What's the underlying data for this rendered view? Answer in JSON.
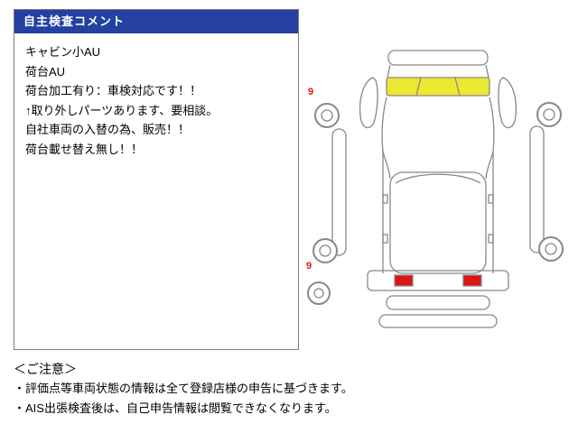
{
  "panel": {
    "header": "自主検査コメント",
    "comments": [
      "キャビン小AU",
      "荷台AU",
      "荷台加工有り：車検対応です！！",
      "↑取り外しパーツあります、要相談。",
      "自社車両の入替の為、販売！！",
      "荷台載せ替え無し！！"
    ]
  },
  "diagram": {
    "markers": [
      {
        "label": "9",
        "position": "front-left-wheel"
      },
      {
        "label": "9",
        "position": "rear-left-wheel"
      }
    ]
  },
  "notes": {
    "title": "＜ご注意＞",
    "items": [
      "・評価点等車両状態の情報は全て登録店様の申告に基づきます。",
      "・AIS出張検査後は、自己申告情報は閲覧できなくなります。"
    ]
  },
  "colors": {
    "header_bg": "#2440a0",
    "highlight_yellow": "#ece731",
    "damage_red": "#dd1414",
    "marker_red": "#dd1414",
    "line_gray": "#888888"
  }
}
